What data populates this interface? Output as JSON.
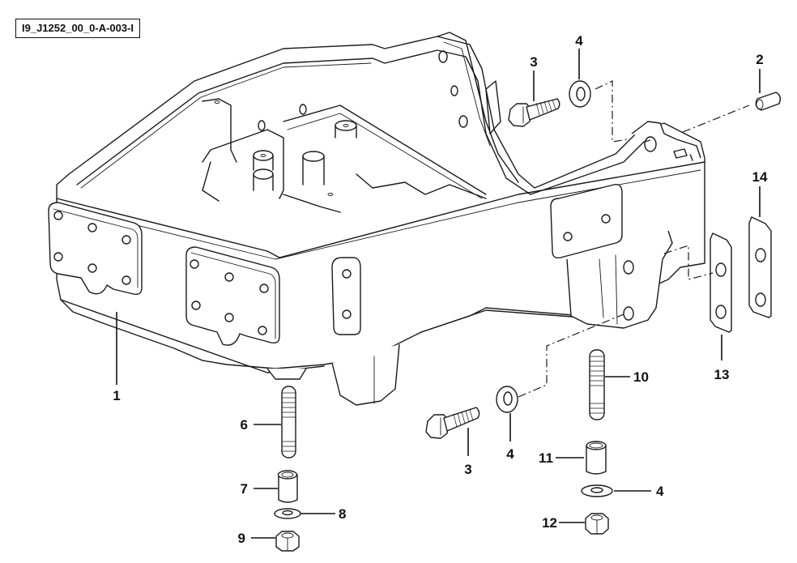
{
  "figure": {
    "reference_id": "I9_J1252_00_0-A-003-I",
    "description": "Exploded view of frame/support with fasteners"
  },
  "callouts": {
    "c1": "1",
    "c2": "2",
    "c3_top": "3",
    "c3_bottom": "3",
    "c4_top": "4",
    "c4_mid": "4",
    "c4_bottom": "4",
    "c6": "6",
    "c7": "7",
    "c8": "8",
    "c9": "9",
    "c10": "10",
    "c11": "11",
    "c12": "12",
    "c13": "13",
    "c14": "14"
  },
  "parts": [
    {
      "number": "1",
      "name": "frame"
    },
    {
      "number": "2",
      "name": "pin"
    },
    {
      "number": "3",
      "name": "bolt"
    },
    {
      "number": "4",
      "name": "washer"
    },
    {
      "number": "6",
      "name": "stud"
    },
    {
      "number": "7",
      "name": "spacer"
    },
    {
      "number": "8",
      "name": "washer"
    },
    {
      "number": "9",
      "name": "nut"
    },
    {
      "number": "10",
      "name": "stud"
    },
    {
      "number": "11",
      "name": "spacer"
    },
    {
      "number": "12",
      "name": "nut"
    },
    {
      "number": "13",
      "name": "shim plate"
    },
    {
      "number": "14",
      "name": "shim plate"
    }
  ]
}
